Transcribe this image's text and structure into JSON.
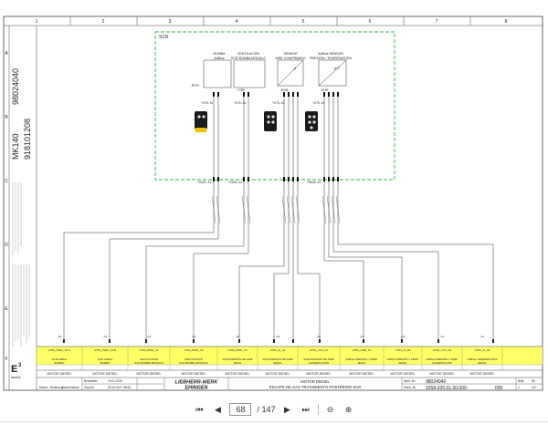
{
  "grid": {
    "columns": [
      "1",
      "2",
      "3",
      "4",
      "5",
      "6",
      "7",
      "8"
    ],
    "rows": [
      "A",
      "B",
      "C",
      "D",
      "E",
      "F"
    ]
  },
  "side": {
    "code_short": "MK140",
    "drawing_no": "98024040",
    "part_no": "918101208",
    "series_logo_top": "E",
    "series_logo_sup": "3",
    "series_logo_bottom": "series"
  },
  "scr_box_label": "SCR",
  "devices": [
    {
      "name": "BOMBA",
      "sub": "AdBlue",
      "ref": "-M77N"
    },
    {
      "name": "VENTILACIÓN",
      "sub": "SCR BOMBA MÓDULO",
      "ref": "-Y78M"
    },
    {
      "name": "SENSOR",
      "sub": "AIRE COMPRIMIDO",
      "ref": "-B78G"
    },
    {
      "name": "AdBlue SENSOR",
      "sub": "PRESIÓN / TEMPERATURA",
      "ref": "-B78P"
    }
  ],
  "connectors": {
    "x1": "+X78.X1",
    "x2": "+X78.X2",
    "x3": "+X78.X3",
    "x4": "+X78.X4",
    "x845": "+X845.X1",
    "x846": "+X846.X1",
    "x848": "+X848.X1"
  },
  "bottom_blocks": [
    {
      "code": "A783_PWR_V2-A",
      "line1": "SCR AdBlue",
      "line2": "BOMBA",
      "ref": "-A1",
      "footer": "MOTOR DIESEL"
    },
    {
      "code": "A783_PWR_V2-B",
      "line1": "SCR AdBlue",
      "line2": "BOMBA",
      "ref": "-A1",
      "footer": "MOTOR DIESEL"
    },
    {
      "code": "A783_PWR_V1",
      "line1": "VENTILACIÓN",
      "line2": "SCR BOMBA MÓDULO",
      "ref": "-A1",
      "footer": "MOTOR DIESEL"
    },
    {
      "code": "A783_PWR_V1",
      "line1": "VENTILACIÓN",
      "line2": "SCR BOMBA MÓDULO",
      "ref": "-A1",
      "footer": "MOTOR DIESEL"
    },
    {
      "code": "A783_PWR_V3",
      "line1": "SCR PRESIÓN DE AIRE",
      "line2": "MASA",
      "ref": "-A1",
      "footer": "MOTOR DIESEL"
    },
    {
      "code": "A783_AI_01",
      "line1": "SCR PRESIÓN DE AIRE",
      "line2": "SEÑAL",
      "ref": "-A1",
      "footer": "MOTOR DIESEL"
    },
    {
      "code": "A783_VCC_01",
      "line1": "SCR PRESIÓN DE AIRE",
      "line2": "ALIMENTACIÓN",
      "ref": "-A1",
      "footer": "MOTOR DIESEL"
    },
    {
      "code": "A783_GND_01",
      "line1": "AdBlue PRESIÓN / TEMP.",
      "line2": "MASA",
      "ref": "-A1",
      "footer": "MOTOR DIESEL"
    },
    {
      "code": "A783_AI_02",
      "line1": "AdBlue PRESIÓN / TEMP.",
      "line2": "SEÑAL",
      "ref": "-A1",
      "footer": "MOTOR DIESEL"
    },
    {
      "code": "A783_VCC_02",
      "line1": "AdBlue PRESIÓN / TEMP.",
      "line2": "ALIMENTACIÓN",
      "ref": "-A1",
      "footer": "MOTOR DIESEL"
    },
    {
      "code": "A783_AI_03",
      "line1": "AdBlue TEMPERATURA",
      "line2": "SEÑAL",
      "ref": "-A1",
      "footer": "MOTOR DIESEL"
    }
  ],
  "title_block": {
    "label_bearb": "Bearbeitet",
    "date_bearb": "19.01.2015",
    "label_gepr": "Geprüft",
    "date_gepr": "20.10.2017 08:56",
    "company_line1": "LIEBHERR-WERK",
    "company_line2": "EHINGEN",
    "desc1": "MOTOR DIESEL",
    "desc2": "ESCAPE DE GAS TRATAMIENTO POSTERIOR SCR",
    "ident_label": "Ident.-Nr.",
    "ident_value": "98024040",
    "drawing_label": "Zeich.-Nr.",
    "drawing_value": "3258-920.01.00.000-",
    "drawing_suffix": "005",
    "sheet_label": "Blatt",
    "sheet_value": "68",
    "sheets_label": "v.",
    "sheets_value": "147",
    "rev_cols": [
      "Datum",
      "Änderung",
      "Datum",
      "Name",
      "Norm"
    ]
  },
  "pager": {
    "current": "68",
    "total": "/ 147"
  }
}
